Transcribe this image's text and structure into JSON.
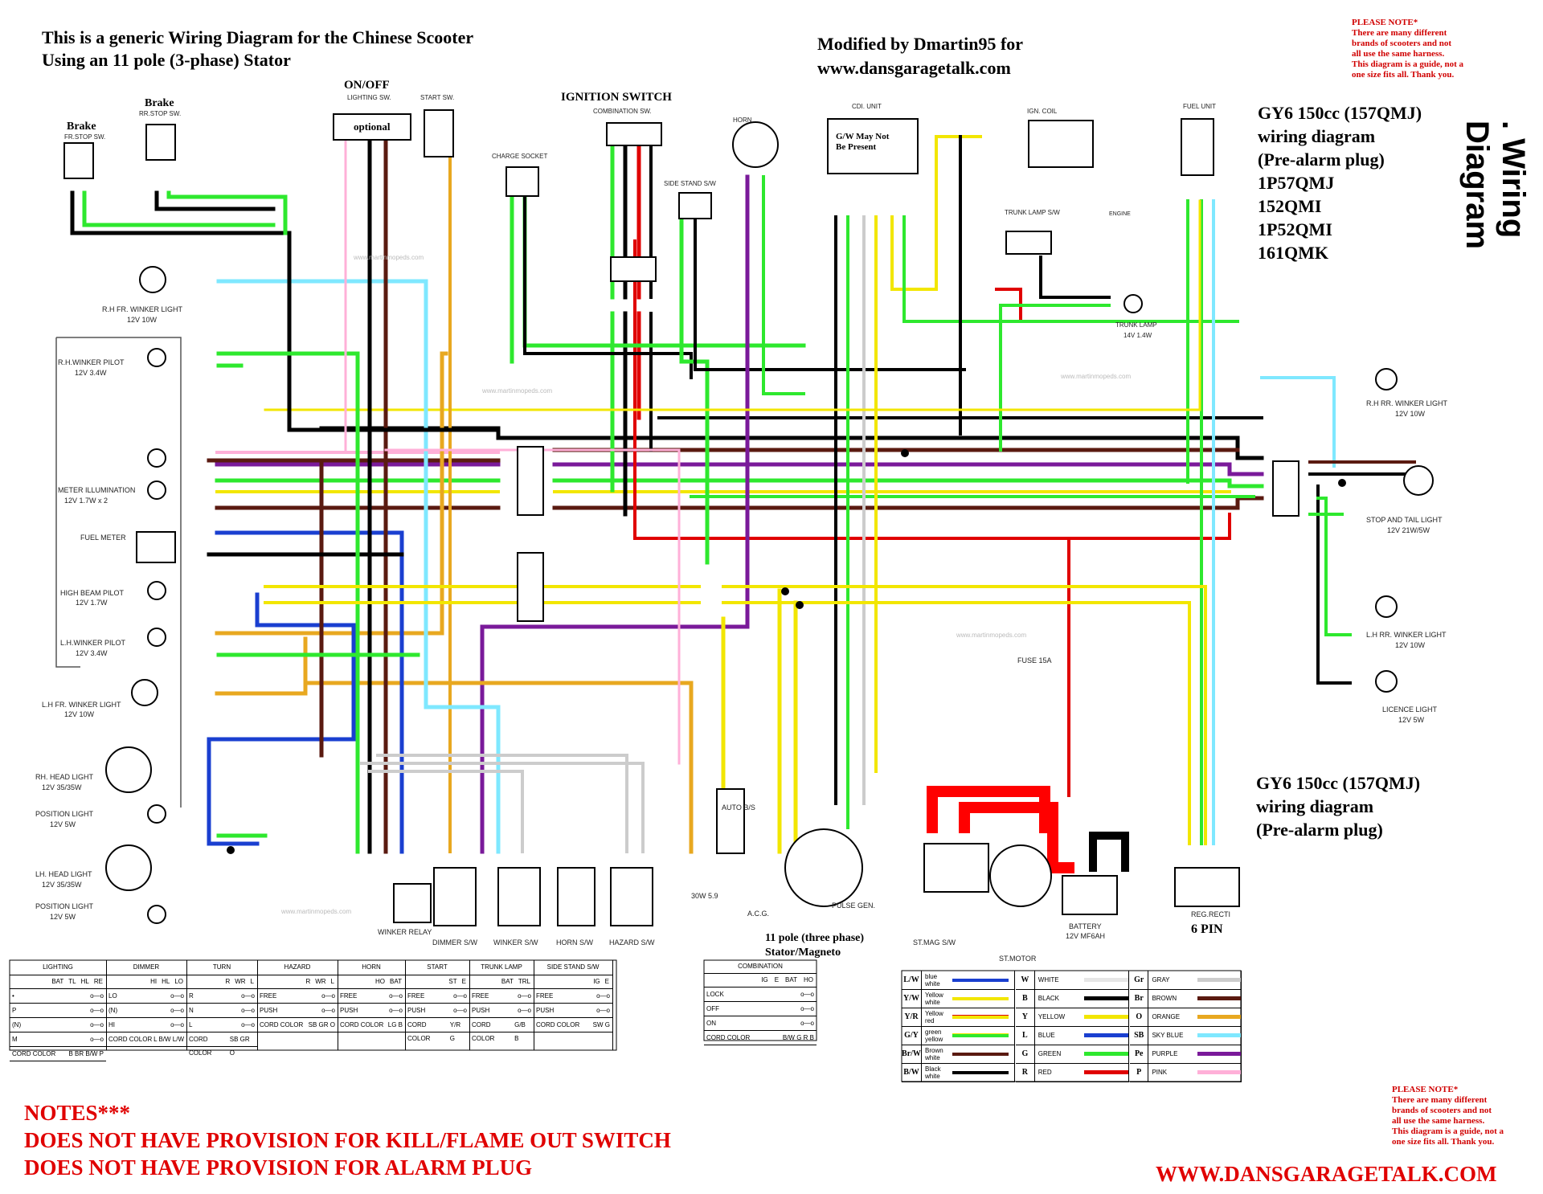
{
  "header": {
    "title_line1": "This is a generic Wiring Diagram for the Chinese Scooter",
    "title_line2": "Using an 11 pole (3-phase) Stator",
    "modified_line1": "Modified by Dmartin95 for",
    "modified_line2": "www.dansgaragetalk.com",
    "side_title": ". Wiring Diagram"
  },
  "please_note": {
    "line1": "PLEASE NOTE*",
    "line2": "There are many different",
    "line3": "brands of scooters and not",
    "line4": "all use the same harness.",
    "line5": "This diagram is a guide, not a",
    "line6": "one size fits all. Thank you."
  },
  "models": {
    "line1": "GY6 150cc (157QMJ)",
    "line2": "wiring diagram",
    "line3": "(Pre-alarm plug)",
    "line4": "1P57QMJ",
    "line5": "152QMI",
    "line6": "1P52QMI",
    "line7": "161QMK"
  },
  "models_bottom": {
    "line1": "GY6 150cc (157QMJ)",
    "line2": "wiring diagram",
    "line3": "(Pre-alarm plug)"
  },
  "components": {
    "brake_left": "Brake",
    "brake_left_sub": "FR.STOP SW.",
    "brake_right": "Brake",
    "brake_right_sub": "RR.STOP SW.",
    "on_off": "ON/OFF",
    "lighting_sw": "LIGHTING SW.",
    "optional": "optional",
    "start_sw": "START SW.",
    "ignition_switch": "IGNITION SWITCH",
    "combination_sw": "COMBINATION SW.",
    "charge_socket": "CHARGE SOCKET",
    "horn": "HORN",
    "side_stand_sw": "SIDE STAND S/W",
    "cdi_unit": "CDI. UNIT",
    "cdi_note_1": "G/W May Not",
    "cdi_note_2": "Be Present",
    "ign_coil": "IGN. COIL",
    "engine": "ENGINE",
    "fuel_unit": "FUEL UNIT",
    "trunk_lamp_sw": "TRUNK LAMP S/W",
    "trunk_lamp": "TRUNK LAMP",
    "trunk_lamp_spec": "14V 1.4W",
    "rh_fr_winker": "R.H FR. WINKER LIGHT",
    "rh_fr_winker_spec": "12V 10W",
    "rh_winker_pilot": "R.H.WINKER PILOT",
    "rh_winker_pilot_spec": "12V 3.4W",
    "meter_illumination": "METER ILLUMINATION",
    "meter_illumination_spec": "12V 1.7W x 2",
    "fuel_meter": "FUEL METER",
    "high_beam_pilot": "HIGH BEAM PILOT",
    "high_beam_pilot_spec": "12V 1.7W",
    "lh_winker_pilot": "L.H.WINKER PILOT",
    "lh_winker_pilot_spec": "12V 3.4W",
    "lh_fr_winker": "L.H FR. WINKER LIGHT",
    "lh_fr_winker_spec": "12V 10W",
    "rh_head_light": "RH. HEAD LIGHT",
    "rh_head_light_spec": "12V 35/35W",
    "position_light_1": "POSITION LIGHT",
    "position_light_1_spec": "12V 5W",
    "lh_head_light": "LH. HEAD LIGHT",
    "lh_head_light_spec": "12V 35/35W",
    "position_light_2": "POSITION LIGHT",
    "position_light_2_spec": "12V 5W",
    "rh_rr_winker": "R.H RR. WINKER LIGHT",
    "rh_rr_winker_spec": "12V 10W",
    "stop_tail": "STOP AND TAIL LIGHT",
    "stop_tail_spec": "12V 21W/5W",
    "lh_rr_winker": "L.H RR. WINKER LIGHT",
    "lh_rr_winker_spec": "12V 10W",
    "licence_light": "LICENCE LIGHT",
    "licence_light_spec": "12V 5W",
    "fuse": "FUSE 15A",
    "winker_relay": "WINKER RELAY",
    "dimmer_sw": "DIMMER S/W",
    "winker_sw": "WINKER S/W",
    "horn_sw": "HORN S/W",
    "hazard_sw": "HAZARD S/W",
    "auto_bs": "AUTO B/S",
    "resistor": "30W 5.9",
    "acg": "A.C.G.",
    "stator_1": "11 pole (three phase)",
    "stator_2": "Stator/Magneto",
    "pulse_gen": "PULSE GEN.",
    "st_mag_sw": "ST.MAG S/W",
    "st_motor": "ST.MOTOR",
    "battery": "BATTERY",
    "battery_spec": "12V MF6AH",
    "reg_recti": "REG.RECTI",
    "six_pin": "6 PIN"
  },
  "switch_tables": {
    "lighting": {
      "title": "LIGHTING",
      "cols": [
        "BAT",
        "TL",
        "HL",
        "RE"
      ],
      "rows": [
        "•",
        "P",
        "(N)",
        "M",
        "CORD COLOR"
      ],
      "cord": [
        "B",
        "BR",
        "B/W",
        "P"
      ]
    },
    "dimmer": {
      "title": "DIMMER",
      "cols": [
        "HI",
        "HL",
        "LO"
      ],
      "rows": [
        "LO",
        "(N)",
        "HI",
        "CORD COLOR"
      ],
      "cord": [
        "L",
        "B/W",
        "L/W"
      ]
    },
    "turn": {
      "title": "TURN",
      "cols": [
        "R",
        "WR",
        "L"
      ],
      "rows": [
        "R",
        "N",
        "L",
        "CORD COLOR"
      ],
      "cord": [
        "SB",
        "GR",
        "O"
      ]
    },
    "hazard": {
      "title": "HAZARD",
      "cols": [
        "R",
        "WR",
        "L"
      ],
      "rows": [
        "FREE",
        "PUSH",
        "CORD COLOR"
      ],
      "cord": [
        "SB",
        "GR",
        "O"
      ]
    },
    "horn": {
      "title": "HORN",
      "cols": [
        "HO",
        "BAT"
      ],
      "rows": [
        "FREE",
        "PUSH",
        "CORD COLOR"
      ],
      "cord": [
        "LG",
        "B"
      ]
    },
    "start": {
      "title": "START",
      "cols": [
        "ST",
        "E"
      ],
      "rows": [
        "FREE",
        "PUSH",
        "CORD COLOR"
      ],
      "cord": [
        "Y/R",
        "G"
      ]
    },
    "trunk_lamp": {
      "title": "TRUNK LAMP",
      "cols": [
        "BAT",
        "TRL"
      ],
      "rows": [
        "FREE",
        "PUSH",
        "CORD COLOR"
      ],
      "cord": [
        "G/B",
        "B"
      ]
    },
    "side_stand": {
      "title": "SIDE STAND S/W",
      "cols": [
        "IG",
        "E"
      ],
      "rows": [
        "FREE",
        "PUSH",
        "CORD COLOR"
      ],
      "cord": [
        "SW",
        "G"
      ]
    },
    "combination": {
      "title": "COMBINATION",
      "cols": [
        "IG",
        "E",
        "BAT",
        "HO"
      ],
      "rows": [
        "LOCK",
        "OFF",
        "ON",
        "CORD COLOR"
      ],
      "cord": [
        "B/W",
        "G",
        "R",
        "B"
      ]
    }
  },
  "color_legend": {
    "left": [
      {
        "code": "L/W",
        "name": "blue white",
        "color": "#1a3fd0",
        "color2": "#ffffff"
      },
      {
        "code": "Y/W",
        "name": "Yellow white",
        "color": "#f2e600",
        "color2": "#ffffff"
      },
      {
        "code": "Y/R",
        "name": "Yellow red",
        "color": "#f2e600",
        "color2": "#e00000"
      },
      {
        "code": "G/Y",
        "name": "green yellow",
        "color": "#2ee82e",
        "color2": "#f2e600"
      },
      {
        "code": "Br/W",
        "name": "Brown white",
        "color": "#5a1a10",
        "color2": "#ffffff"
      },
      {
        "code": "B/W",
        "name": "Black white",
        "color": "#000000",
        "color2": "#ffffff"
      }
    ],
    "mid": [
      {
        "code": "W",
        "name": "WHITE",
        "color": "#e6e6e6"
      },
      {
        "code": "B",
        "name": "BLACK",
        "color": "#000000"
      },
      {
        "code": "Y",
        "name": "YELLOW",
        "color": "#f2e600"
      },
      {
        "code": "L",
        "name": "BLUE",
        "color": "#1a3fd0"
      },
      {
        "code": "G",
        "name": "GREEN",
        "color": "#2ee82e"
      },
      {
        "code": "R",
        "name": "RED",
        "color": "#e00000"
      }
    ],
    "right": [
      {
        "code": "Gr",
        "name": "GRAY",
        "color": "#cccccc"
      },
      {
        "code": "Br",
        "name": "BROWN",
        "color": "#5a1a10"
      },
      {
        "code": "O",
        "name": "ORANGE",
        "color": "#e8a820"
      },
      {
        "code": "SB",
        "name": "SKY BLUE",
        "color": "#7fe8ff"
      },
      {
        "code": "Pe",
        "name": "PURPLE",
        "color": "#7a1a9a"
      },
      {
        "code": "P",
        "name": "PINK",
        "color": "#ffb0d8"
      }
    ]
  },
  "notes": {
    "line1": "NOTES***",
    "line2": "DOES NOT HAVE PROVISION FOR KILL/FLAME OUT SWITCH",
    "line3": "DOES NOT HAVE PROVISION FOR ALARM PLUG"
  },
  "footer_url": "WWW.DANSGARAGETALK.COM",
  "watermark": "www.martinmopeds.com"
}
